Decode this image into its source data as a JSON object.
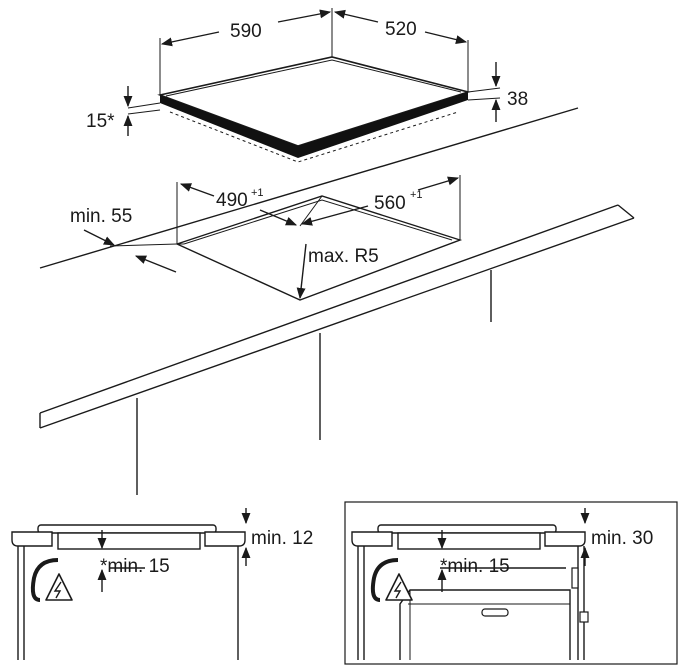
{
  "hob": {
    "width": "590",
    "depth": "520",
    "height": "38",
    "frame_height": "15*"
  },
  "cutout": {
    "width": "490",
    "width_tol": "+1",
    "depth": "560",
    "depth_tol": "+1",
    "radius": "max. R5",
    "edge_distance": "min. 55"
  },
  "side_view_left": {
    "top_gap": "min. 12",
    "under_gap": "*min. 15"
  },
  "side_view_right": {
    "top_gap": "min. 30",
    "under_gap": "*min. 15"
  },
  "icons": [
    "electric-hazard-icon"
  ]
}
